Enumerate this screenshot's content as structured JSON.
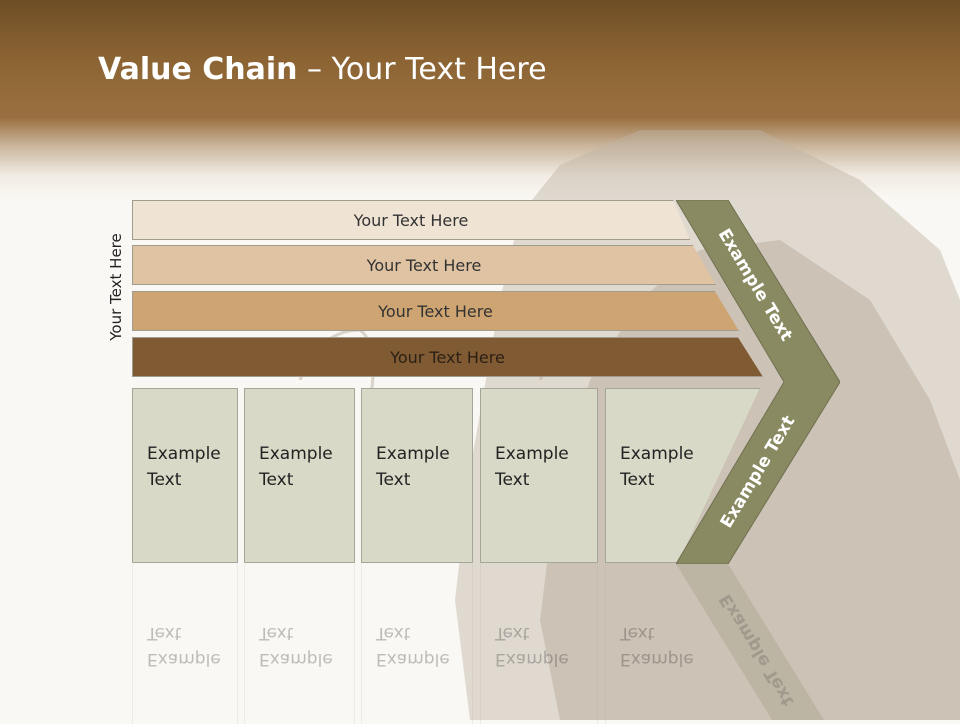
{
  "slide": {
    "title_bold": "Value Chain",
    "title_rest": " – Your Text Here",
    "vertical_label": "Your Text Here"
  },
  "bars": [
    {
      "label": "Your Text Here",
      "color": "#efe3d3"
    },
    {
      "label": "Your Text Here",
      "color": "#e0c3a2"
    },
    {
      "label": "Your Text Here",
      "color": "#cea572"
    },
    {
      "label": "Your Text Here",
      "color": "#7f5a33"
    }
  ],
  "boxes": [
    {
      "line1": "Example",
      "line2": "Text"
    },
    {
      "line1": "Example",
      "line2": "Text"
    },
    {
      "line1": "Example",
      "line2": "Text"
    },
    {
      "line1": "Example",
      "line2": "Text"
    },
    {
      "line1": "Example",
      "line2": "Text"
    }
  ],
  "chevron": {
    "top_text": "Example Text",
    "bottom_text": "Example Text",
    "color": "#8a8a62"
  },
  "colors": {
    "header_brown": "#8c6433",
    "box_fill": "#d8d9c7"
  }
}
